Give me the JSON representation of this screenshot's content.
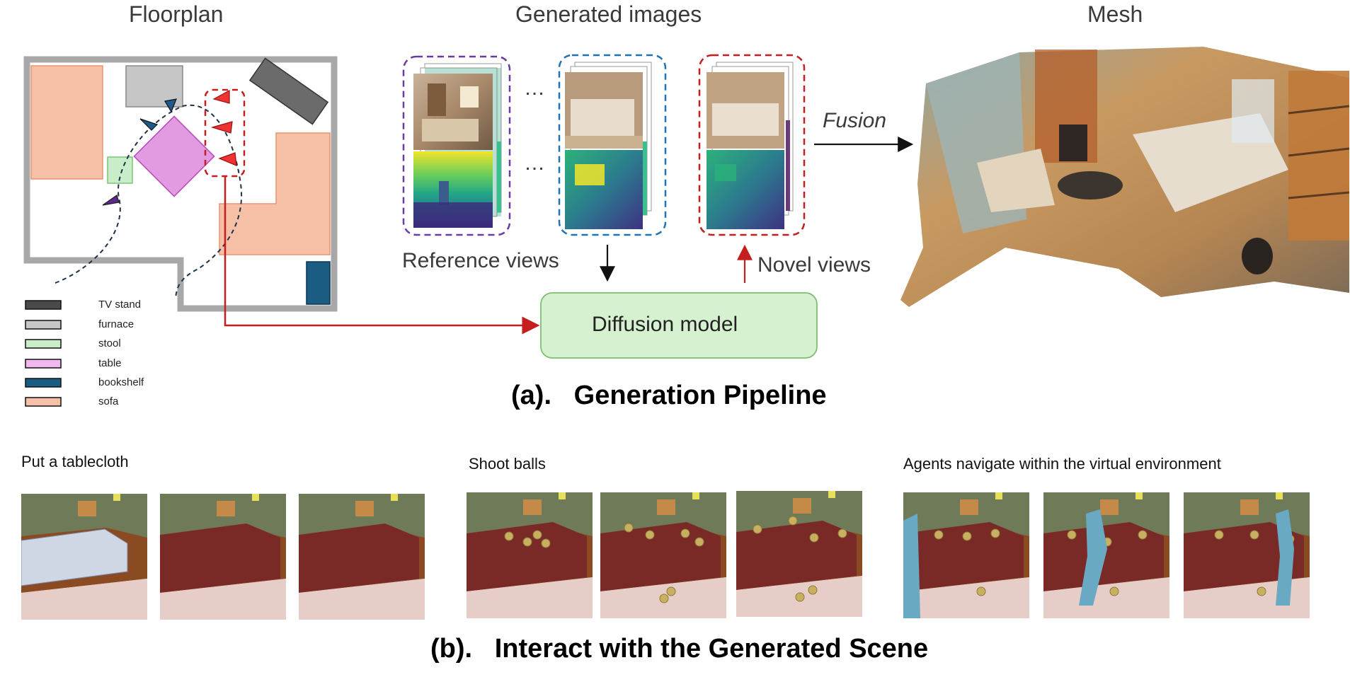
{
  "sections": {
    "floorplan_title": "Floorplan",
    "generated_title": "Generated images",
    "mesh_title": "Mesh"
  },
  "pipeline": {
    "ellipsis": "…",
    "fusion_label": "Fusion",
    "reference_label": "Reference views",
    "novel_label": "Novel views",
    "diffusion_label": "Diffusion model",
    "caption_a": "(a).   Generation Pipeline"
  },
  "legend": [
    {
      "label": "TV stand",
      "color": "#4a4a4a"
    },
    {
      "label": "furnace",
      "color": "#c6c6c6"
    },
    {
      "label": "stool",
      "color": "#c8edc8"
    },
    {
      "label": "table",
      "color": "#f0b8ec"
    },
    {
      "label": "bookshelf",
      "color": "#1b5c82"
    },
    {
      "label": "sofa",
      "color": "#f6c0a6"
    }
  ],
  "interact": {
    "task1": "Put a tablecloth",
    "task2": "Shoot balls",
    "task3": "Agents navigate within the virtual environment",
    "caption_b": "(b).   Interact with the Generated Scene"
  },
  "colors": {
    "purple_dash": "#6a3aa6",
    "blue_dash": "#1f73b8",
    "red_dash": "#c41e1e",
    "diffusion_fill": "#d6f1cf",
    "diffusion_stroke": "#7fbf6f",
    "red_arrow": "#c41e1e"
  }
}
